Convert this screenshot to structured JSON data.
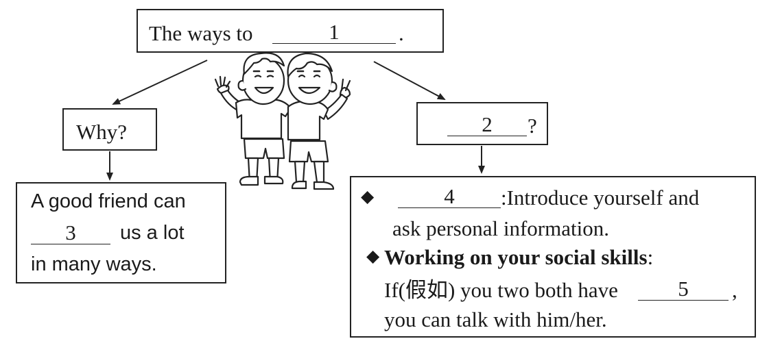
{
  "title_box": {
    "prefix": "The ways to",
    "blank": "1",
    "suffix": "."
  },
  "why_box": {
    "label": "Why?"
  },
  "how_box": {
    "blank": "2",
    "suffix": "?"
  },
  "friend_box": {
    "line1": "A good friend can",
    "blank": "3",
    "line2_suffix": "us a lot",
    "line3": "in many ways."
  },
  "tips_box": {
    "bullet": "◆",
    "item1_blank": "4",
    "item1_text": ":Introduce yourself and",
    "item1_line2": "ask personal information.",
    "item2_bold": "Working on your social skills",
    "item2_colon": ":",
    "item2_prefix": "If(假如) you two both have",
    "item2_blank": "5",
    "item2_comma": ",",
    "item2_line3": "you can talk with him/her."
  }
}
